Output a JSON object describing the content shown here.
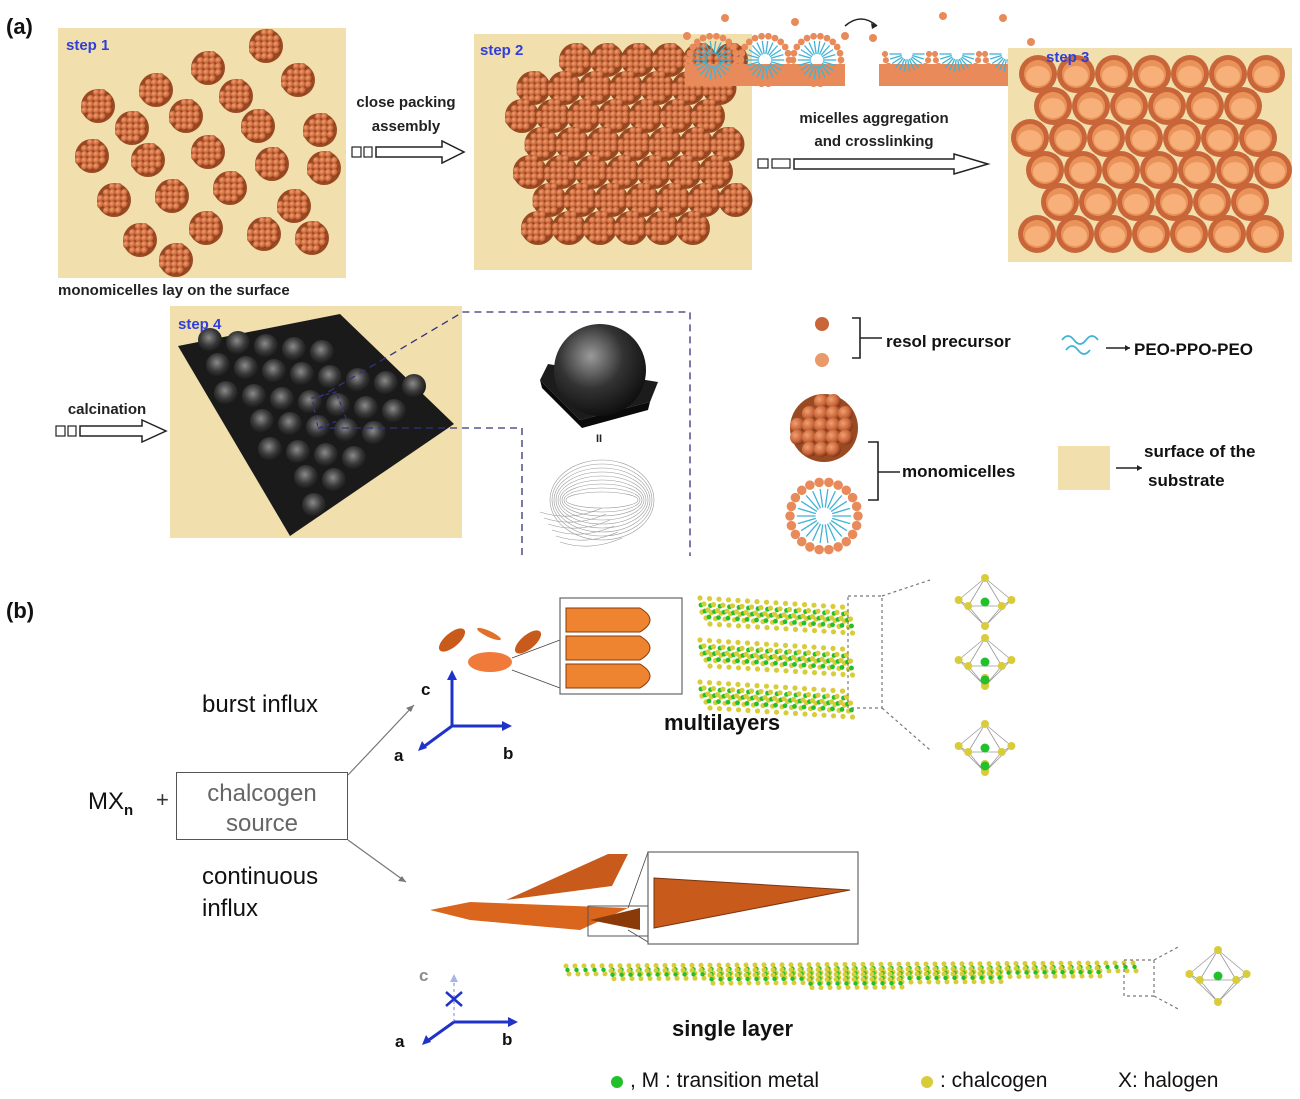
{
  "panel_a": {
    "label": "(a)",
    "steps": [
      "step 1",
      "step 2",
      "step 3",
      "step 4"
    ],
    "caption_step1": "monomicelles lay on the surface",
    "arrow1_line1": "close packing",
    "arrow1_line2": "assembly",
    "arrow2_line1": "micelles aggregation",
    "arrow2_line2": "and crosslinking",
    "arrow3": "calcination",
    "equals_mark": "II",
    "legend": {
      "resol": "resol precursor",
      "peo": "PEO-PPO-PEO",
      "monomicelles": "monomicelles",
      "surface_line1": "surface of the",
      "surface_line2": "substrate"
    },
    "colors": {
      "beige": "#f1dfae",
      "micelle": "#c8663a",
      "peo": "#3fb3d6"
    }
  },
  "panel_b": {
    "label": "(b)",
    "reactant": "MX",
    "reactant_sub": "n",
    "plus": "+",
    "box_line1": "chalcogen",
    "box_line2": "source",
    "burst": "burst influx",
    "continuous_line1": "continuous",
    "continuous_line2": "influx",
    "multilayers": "multilayers",
    "single_layer": "single layer",
    "axes_top": {
      "c": "c",
      "a": "a",
      "b": "b"
    },
    "axes_bottom": {
      "c": "c",
      "a": "a",
      "b": "b"
    },
    "legend": {
      "metal": ", M : transition metal",
      "chalcogen": ": chalcogen",
      "halogen": "X: halogen"
    },
    "colors": {
      "metal": "#22c02a",
      "chalcogen": "#d8cc3a",
      "flake": "#d9661c",
      "axis": "#2033c8"
    }
  }
}
